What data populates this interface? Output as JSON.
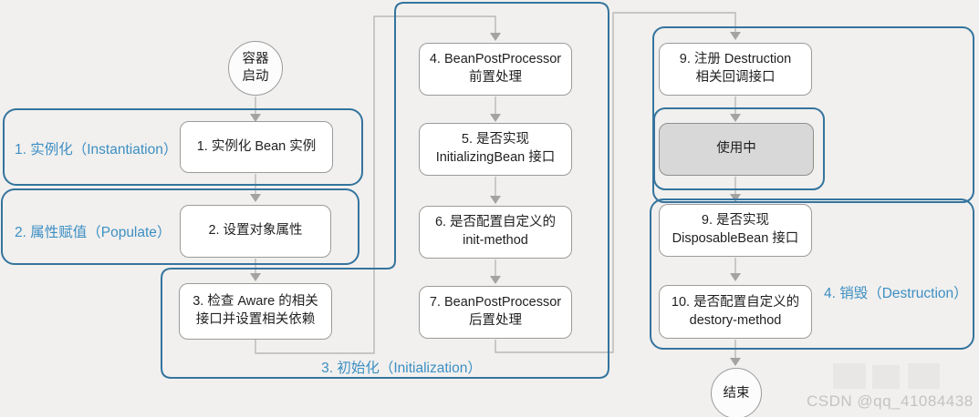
{
  "diagram_kind": "flowchart",
  "stage_labels": {
    "instantiation": "1. 实例化（Instantiation）",
    "populate": "2. 属性赋值（Populate）",
    "initialization": "3. 初始化（Initialization）",
    "destruction": "4. 销毁（Destruction）"
  },
  "nodes": {
    "start": "容器\n启动",
    "instantiate_bean": "1. 实例化 Bean 实例",
    "set_properties": "2. 设置对象属性",
    "check_aware": "3. 检查 Aware 的相关\n接口并设置相关依赖",
    "bpp_before": "4. BeanPostProcessor\n前置处理",
    "initializing_bean": "5. 是否实现\nInitializingBean 接口",
    "init_method": "6. 是否配置自定义的\ninit-method",
    "bpp_after": "7. BeanPostProcessor\n后置处理",
    "register_destruction": "9. 注册 Destruction\n相关回调接口",
    "in_use": "使用中",
    "disposable_bean": "9. 是否实现\nDisposableBean 接口",
    "destroy_method": "10. 是否配置自定义的\ndestory-method",
    "end": "结束"
  },
  "watermark": "CSDN @qq_41084438",
  "colors": {
    "background": "#f1f0ee",
    "container_border": "#35749e",
    "stage_label_text": "#3d8fc4",
    "node_border": "#9b9b9b",
    "node_fill": "#ffffff",
    "in_use_fill": "#d8d8d8",
    "connector_line": "#b8b8b8",
    "arrowhead": "#a3a3a3",
    "watermark_text": "#c3c3c3"
  }
}
